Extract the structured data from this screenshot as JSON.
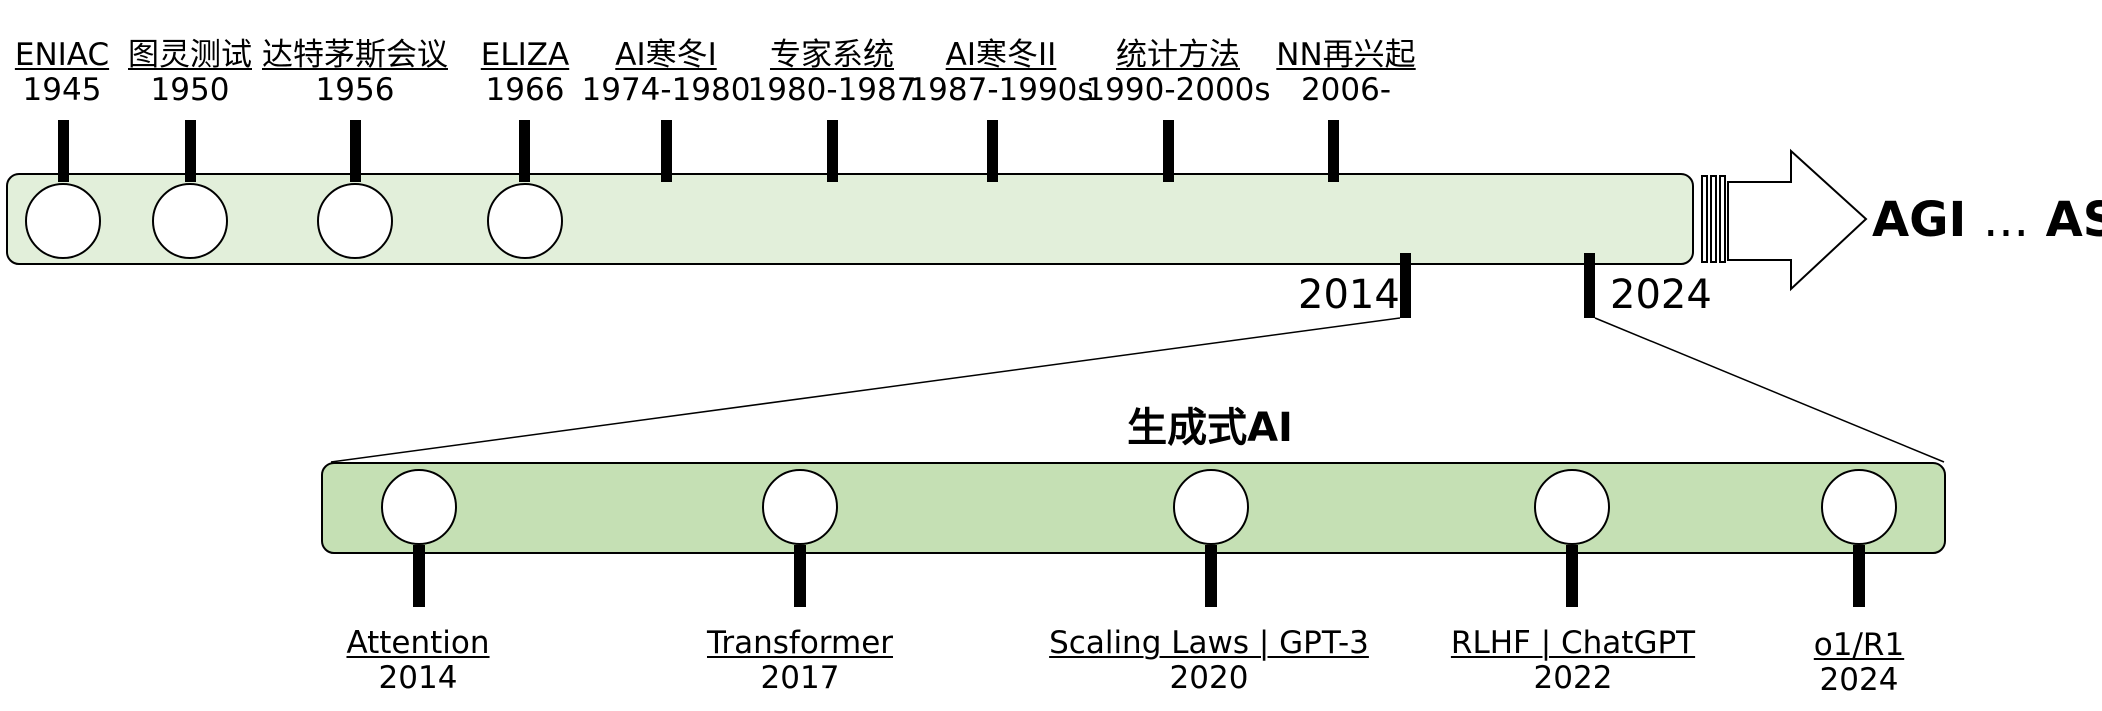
{
  "main_timeline": {
    "events": [
      {
        "name": "ENIAC",
        "year": "1945"
      },
      {
        "name": "图灵测试",
        "year": "1950"
      },
      {
        "name": "达特茅斯会议",
        "year": "1956"
      },
      {
        "name": "ELIZA",
        "year": "1966"
      },
      {
        "name": "AI寒冬I",
        "year": "1974-1980"
      },
      {
        "name": "专家系统",
        "year": "1980-1987"
      },
      {
        "name": "AI寒冬II",
        "year": "1987-1990s"
      },
      {
        "name": "统计方法",
        "year": "1990-2000s"
      },
      {
        "name": "NN再兴起",
        "year": "2006-"
      }
    ],
    "zoom_start": "2014",
    "zoom_end": "2024",
    "future": {
      "first": "AGI",
      "ellipsis": "...",
      "second": "ASI"
    }
  },
  "generative": {
    "title": "生成式AI",
    "events": [
      {
        "name": "Attention",
        "year": "2014"
      },
      {
        "name": "Transformer",
        "year": "2017"
      },
      {
        "name": "Scaling Laws | GPT-3",
        "year": "2020"
      },
      {
        "name": "RLHF | ChatGPT",
        "year": "2022"
      },
      {
        "name": "o1/R1",
        "year": "2024"
      }
    ]
  },
  "colors": {
    "main_bar_fill": "#e2efda",
    "gen_bar_fill": "#c5e0b4",
    "stroke": "#000000",
    "circle_fill": "#ffffff"
  }
}
